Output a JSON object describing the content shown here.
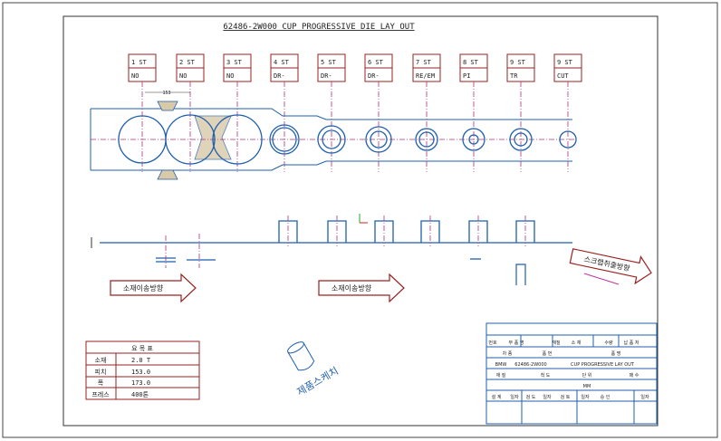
{
  "title": "62486-2W000 CUP PROGRESSIVE DIE LAY OUT",
  "stations": [
    {
      "no": "1 ST",
      "op": "NO"
    },
    {
      "no": "2 ST",
      "op": "NO"
    },
    {
      "no": "3 ST",
      "op": "NO"
    },
    {
      "no": "4 ST",
      "op": "DR-"
    },
    {
      "no": "5 ST",
      "op": "DR-"
    },
    {
      "no": "6 ST",
      "op": "DR-"
    },
    {
      "no": "7 ST",
      "op": "RE/EM"
    },
    {
      "no": "8 ST",
      "op": "PI"
    },
    {
      "no": "9 ST",
      "op": "TR"
    },
    {
      "no": "9 ST",
      "op": "CUT"
    }
  ],
  "arrows": {
    "feed_1": "소재이송방향",
    "feed_2": "소재이송방향",
    "scrap": "스크랩취출방향"
  },
  "product_sketch_label": "제품스케치",
  "pitch_dimension": "153",
  "spec_table": {
    "header": "요 목 표",
    "rows": [
      {
        "label": "소재",
        "value": "2.0 T"
      },
      {
        "label": "피치",
        "value": "153.0"
      },
      {
        "label": "폭",
        "value": "173.0"
      },
      {
        "label": "프레스",
        "value": "400톤"
      }
    ]
  },
  "title_block": {
    "row1": [
      "번호",
      "부 품 명",
      "재질",
      "소 재",
      "수량",
      "납 품 처"
    ],
    "row2": [
      "차 종",
      "품 번",
      "품 명"
    ],
    "row3": [
      "BMW",
      "62486-2W000",
      "CUP PROGRESSIVE LAY OUT"
    ],
    "row4": [
      "재 질",
      "척 도",
      "단 위",
      "매 수"
    ],
    "row5": [
      "MM"
    ],
    "row6": [
      "설 계",
      "일자",
      "검 도",
      "일자",
      "검 토",
      "일자",
      "승 인",
      "일자"
    ]
  },
  "colors": {
    "drawing_line": "#1f5fae",
    "center_line": "#b0307a",
    "table_border": "#9a2020"
  }
}
